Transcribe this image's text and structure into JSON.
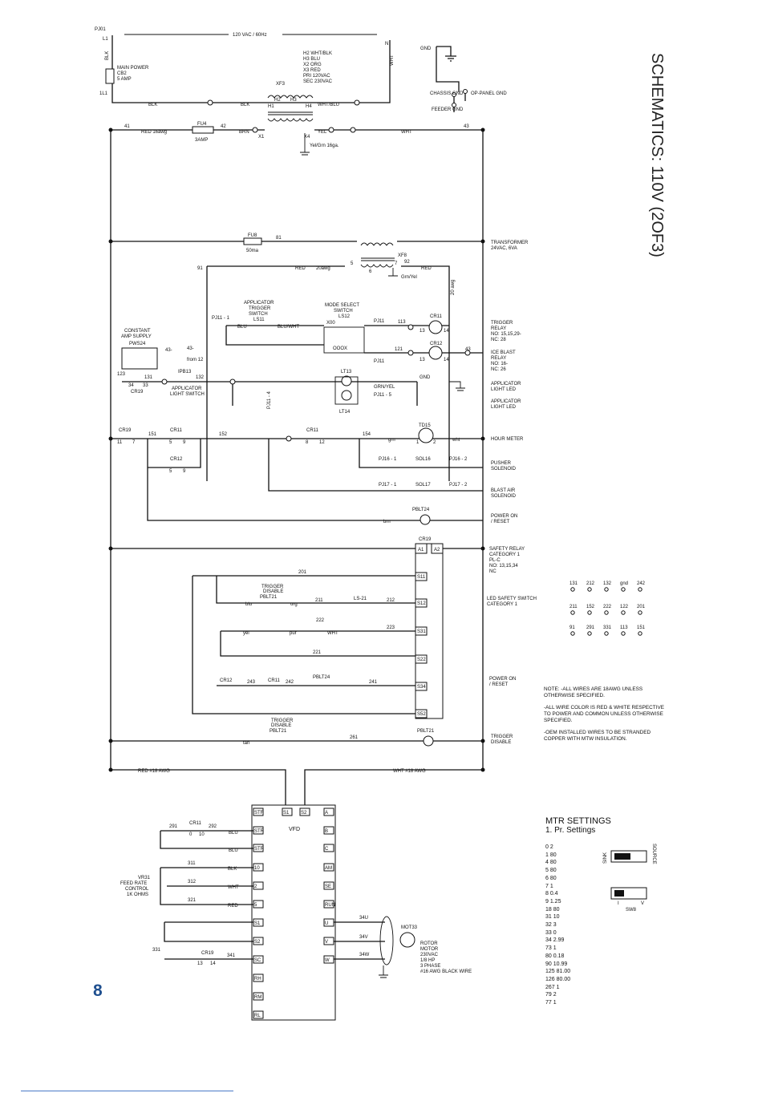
{
  "page": {
    "title": "SCHEMATICS: 110V (2OF3)",
    "page_number": "8"
  },
  "diagram": {
    "top": {
      "pj01": "PJ01",
      "l1": "L1",
      "line_label": "120 VAC / 60Hz",
      "n": "N",
      "blk": "BLK",
      "wht": "WHT",
      "main_power": "MAIN POWER",
      "cb2": "CB2",
      "amp5": "5 AMP",
      "l11": "1L1",
      "xf3_legend": [
        "H2 WHT/BLK",
        "H3 BLU",
        "X2 ORG",
        "X3 RED",
        "PRI 120VAC",
        "SEC 230VAC"
      ],
      "xf3": "XF3",
      "h1": "H1",
      "h2": "H2",
      "h3": "H3",
      "h4": "H4",
      "wht_blu": "WHT/BLU",
      "gnd": "GND",
      "chassis_gnd": "CHASSIS GND",
      "op_panel_gnd": "OP-PANEL GND",
      "feeder_gnd": "FEEDER GND"
    },
    "row41": {
      "n41": "41",
      "red16": "RED 16awg",
      "fu4": "FU4",
      "amp3": "3AMP",
      "n42": "42",
      "brn": "BRN",
      "x1": "X1",
      "x4": "X4",
      "yel": "YEL",
      "wht": "WHT",
      "n43": "43",
      "yel_grn": "Yel/Grn 16ga."
    },
    "transformer": {
      "fu8": "FU8",
      "ma50": "50ma",
      "n81": "81",
      "label": "TRANSFORMER",
      "rating": "24VAC, 6VA",
      "xf8": "XF8",
      "n91": "91",
      "red": "RED",
      "awg20": "20awg",
      "n5": "5",
      "n6": "6",
      "n7": "7",
      "n92": "92",
      "grn_yel": "Grn/Yel",
      "awg20v": "20 awg"
    },
    "trigger": {
      "app_trigger": [
        "APPLICATOR",
        "TRIGGER",
        "SWITCH"
      ],
      "ls11": "LS11",
      "pj11_1": "PJ11 - 1",
      "blu": "BLU",
      "blu_wht": "BLU/WHT",
      "mode_select": [
        "MODE SELECT",
        "SWITCH"
      ],
      "ls12": "LS12",
      "x00": "X00",
      "ooox": "OOOX",
      "pj11_2": "PJ11",
      "n113": "113",
      "cr11": "CR11",
      "trigger_relay": [
        "TRIGGER",
        "RELAY",
        "NO: 15,15,29-",
        "NC: 28"
      ],
      "n121": "121",
      "pj11_3": "PJ11",
      "cr12": "CR12",
      "n43": "43",
      "ice_blast": [
        "ICE BLAST",
        "RELAY",
        "NO: 16-",
        "NC: 26"
      ],
      "n13": "13",
      "n14": "14"
    },
    "supply": {
      "constant_amp": [
        "CONSTANT",
        "AMP SUPPLY"
      ],
      "pws24": "PWS24",
      "n43a": "43-",
      "from12": "from 12",
      "n123": "123",
      "n131": "131",
      "n33": "33",
      "n34": "34",
      "cr19": "CR19",
      "ipb13": "IPB13",
      "n132": "132",
      "app_light": [
        "APPLICATOR",
        "LIGHT SWITCH"
      ],
      "lt13": "LT13",
      "lt14": "LT14",
      "pj11_4": "PJ11 - 4",
      "pj11_5": "PJ11 - 5",
      "gnd": "GND",
      "grn_yel": "GRN/YEL",
      "app_led1": [
        "APPLICATOR",
        "LIGHT LED"
      ],
      "app_led2": [
        "APPLICATOR",
        "LIGHT LED"
      ]
    },
    "timers": {
      "cr19": "CR19",
      "n11": "11",
      "n7": "7",
      "n151": "151",
      "cr11": "CR11",
      "n5": "5",
      "n9": "9",
      "n152": "152",
      "n8": "8",
      "n12": "12",
      "n154": "154",
      "td15": "TD15",
      "n1": "1",
      "n2": "2",
      "wht": "wht",
      "grn": "grn",
      "hour_meter": "HOUR METER",
      "cr12": "CR12",
      "pj16_1": "PJ16 - 1",
      "sol16": "SOL16",
      "pj16_2": "PJ16 - 2",
      "pusher": [
        "PUSHER",
        "SOLENOID"
      ],
      "pj17_1": "PJ17 - 1",
      "sol17": "SOL17",
      "pj17_2": "PJ17 - 2",
      "blast_air": [
        "BLAST AIR",
        "SOLENOID"
      ],
      "pblt24": "PBLT24",
      "brn": "brn",
      "power_on": [
        "POWER ON",
        "/ RESET"
      ]
    },
    "safety": {
      "cr19": "CR19",
      "a1": "A1",
      "a2": "A2",
      "safety_relay": [
        "SAFETY RELAY",
        "CATEGORY 1",
        "PL-C",
        "NO: 13,15,34",
        "NC"
      ],
      "n201": "201",
      "trig_disable": [
        "TRIGGER",
        "DISABLE",
        "PBLT21"
      ],
      "blu": "blu",
      "org": "org",
      "n211": "211",
      "ls21": "LS-21",
      "n212": "212",
      "led_safety": [
        "LED SAFETY SWITCH",
        "CATEGORY 1"
      ],
      "n222": "222",
      "yel": "yel",
      "pur": "pur",
      "wht": "WHT",
      "n223": "223",
      "n221": "221",
      "cr12": "CR12",
      "n243": "243",
      "cr11": "CR11",
      "n242": "242",
      "pblt24": "PBLT24",
      "n241": "241",
      "power_on": [
        "POWER ON",
        "/ RESET"
      ],
      "trig_disable2": [
        "TRIGGER",
        "DISABLE",
        "PBLT21"
      ],
      "n261": "261",
      "pblt21": "PBLT21",
      "tan": "tan",
      "trigger_disable": [
        "TRIGGER",
        "DISABLE"
      ],
      "s_terms": [
        "S11",
        "S12",
        "S31",
        "S22",
        "S34",
        "S52"
      ]
    },
    "terminals": {
      "rows": [
        [
          "131",
          "212",
          "132",
          "gnd",
          "242"
        ],
        [
          "211",
          "152",
          "222",
          "122",
          "201"
        ],
        [
          "91",
          "291",
          "331",
          "113",
          "151"
        ]
      ]
    },
    "vfd": {
      "red18": "RED #18 AWG",
      "wht18": "WHT #18 AWG",
      "vfd": "VFD",
      "left_terms": [
        "STF",
        "STR",
        "STR",
        "10",
        "2",
        "5",
        "S1",
        "S2",
        "SC",
        "RH",
        "RM",
        "RL"
      ],
      "right_terms": [
        "A",
        "B",
        "C",
        "AM",
        "SE",
        "RUN",
        "U",
        "V",
        "W"
      ],
      "top_terms": [
        "S1",
        "S2"
      ],
      "n291": "291",
      "cr11": "CR11",
      "n292": "292",
      "blu": "BLU",
      "n0": "0",
      "n10": "10",
      "vr31": [
        "VR31",
        "FEED RATE",
        "CONTROL",
        "1K OHMS"
      ],
      "n311": "311",
      "n312": "312",
      "n321": "321",
      "blk": "BLK",
      "wht": "WHT",
      "red": "RED",
      "n331": "331",
      "cr19": "CR19",
      "n341": "341",
      "n13": "13",
      "n14": "14",
      "u34": "34U",
      "v34": "34V",
      "w34": "34W",
      "mot": "MOT33",
      "motor": [
        "ROTOR",
        "MOTOR",
        "230VAC",
        "1/8 HP",
        "3 PHASE",
        "#16 AWG BLACK WIRE"
      ]
    }
  },
  "notes": [
    "NOTE: -ALL WIRES ARE 18AWG UNLESS OTHERWISE SPECIFIED.",
    "-ALL WIRE COLOR IS RED & WHITE RESPECTIVE TO POWER AND COMMON UNLESS OTHERWISE SPECIFIED.",
    "-OEM INSTALLED WIRES TO BE STRANDED COPPER WITH MTW INSULATION."
  ],
  "mtr": {
    "title": "MTR SETTINGS",
    "subtitle": "1.   Pr.  Settings",
    "settings": [
      "0 2",
      "1 80",
      "4 80",
      "5 80",
      "6 80",
      "7 1",
      "8 0.4",
      "9 1.25",
      "18 80",
      "31 10",
      "32 3",
      "33 0",
      "34 2.99",
      "73 1",
      "80 0.18",
      "90 10.99",
      "125 81.00",
      "126 80.00",
      "267 1",
      "79 2",
      "77 1"
    ],
    "sink": "SINK",
    "source": "SOURCE",
    "sw8": "SW8",
    "i": "I",
    "v": "V"
  }
}
